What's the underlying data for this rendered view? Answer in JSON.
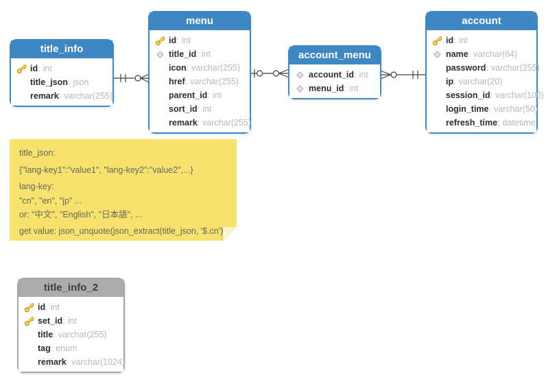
{
  "colors": {
    "table_header_blue": "#3d87c4",
    "table_header_gray": "#ababab",
    "note_yellow": "#f8e26e",
    "key_icon_gold": "#fdd64f",
    "field_type_gray": "#b8b8b8"
  },
  "tables": [
    {
      "name": "title_info",
      "theme": "blue",
      "fields": [
        {
          "icon": "primary-key",
          "name": "id",
          "type": "int"
        },
        {
          "icon": "none",
          "name": "title_json",
          "type": "json"
        },
        {
          "icon": "none",
          "name": "remark",
          "type": "varchar(255)"
        }
      ]
    },
    {
      "name": "menu",
      "theme": "blue",
      "fields": [
        {
          "icon": "primary-key",
          "name": "id",
          "type": "int"
        },
        {
          "icon": "foreign-key",
          "name": "title_id",
          "type": "int"
        },
        {
          "icon": "none",
          "name": "icon",
          "type": "varchar(255)"
        },
        {
          "icon": "none",
          "name": "href",
          "type": "varchar(255)"
        },
        {
          "icon": "none",
          "name": "parent_id",
          "type": "int"
        },
        {
          "icon": "none",
          "name": "sort_id",
          "type": "int"
        },
        {
          "icon": "none",
          "name": "remark",
          "type": "varchar(255)"
        }
      ]
    },
    {
      "name": "account_menu",
      "theme": "blue",
      "fields": [
        {
          "icon": "foreign-key",
          "name": "account_id",
          "type": "int"
        },
        {
          "icon": "foreign-key",
          "name": "menu_id",
          "type": "int"
        }
      ]
    },
    {
      "name": "account",
      "theme": "blue",
      "fields": [
        {
          "icon": "primary-key",
          "name": "id",
          "type": "int"
        },
        {
          "icon": "foreign-key",
          "name": "name",
          "type": "varchar(64)"
        },
        {
          "icon": "none",
          "name": "password",
          "type": "varchar(255)"
        },
        {
          "icon": "none",
          "name": "ip",
          "type": "varchar(20)"
        },
        {
          "icon": "none",
          "name": "session_id",
          "type": "varchar(100)"
        },
        {
          "icon": "none",
          "name": "login_time",
          "type": "varchar(50)"
        },
        {
          "icon": "none",
          "name": "refresh_time",
          "type": "datetime"
        }
      ]
    },
    {
      "name": "title_info_2",
      "theme": "gray",
      "fields": [
        {
          "icon": "primary-key",
          "name": "id",
          "type": "int"
        },
        {
          "icon": "primary-key",
          "name": "set_id",
          "type": "int"
        },
        {
          "icon": "none",
          "name": "title",
          "type": "varchar(255)"
        },
        {
          "icon": "none",
          "name": "tag",
          "type": "enum"
        },
        {
          "icon": "none",
          "name": "remark",
          "type": "varchar(1024)"
        }
      ]
    }
  ],
  "relationships": [
    {
      "from": "title_info",
      "to": "menu",
      "from_cardinality": "exactly-one",
      "to_cardinality": "zero-or-many"
    },
    {
      "from": "menu",
      "to": "account_menu",
      "from_cardinality": "zero-or-one",
      "to_cardinality": "zero-or-many"
    },
    {
      "from": "account_menu",
      "to": "account",
      "from_cardinality": "zero-or-many",
      "to_cardinality": "exactly-one"
    }
  ],
  "note": {
    "lines": [
      "title_json:",
      "{\"lang-key1\":\"value1\", \"lang-key2\":\"value2\",...}",
      "lang-key:",
      "\"cn\", \"en\", \"jp\" ...",
      "or: \"中文\", \"English\", \"日本語\", ...",
      "get value: json_unquote(json_extract(title_json, '$.cn')"
    ]
  }
}
